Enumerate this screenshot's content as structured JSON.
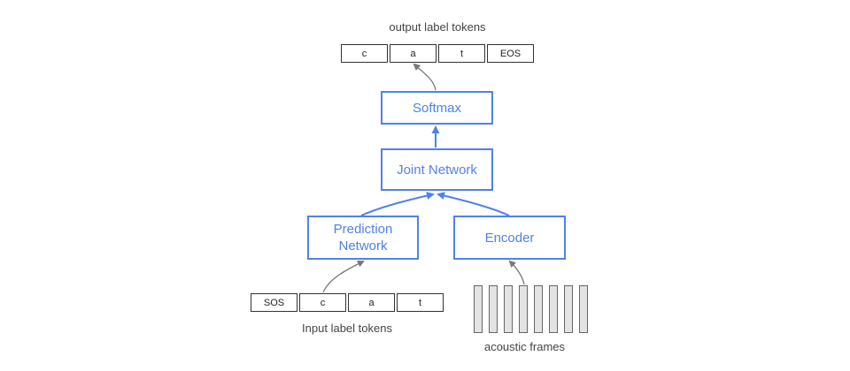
{
  "output_tokens": {
    "caption": "output label tokens",
    "items": [
      "c",
      "a",
      "t",
      "EOS"
    ]
  },
  "blocks": {
    "softmax": "Softmax",
    "joint_network": "Joint Network",
    "prediction_network": "Prediction\nNetwork",
    "encoder": "Encoder"
  },
  "input_tokens": {
    "caption": "Input label tokens",
    "items": [
      "SOS",
      "c",
      "a",
      "t"
    ]
  },
  "acoustic_frames": {
    "caption": "acoustic frames",
    "count": 8
  },
  "colors": {
    "block_accent": "#4f82ea",
    "arrow_gray": "#777777"
  }
}
